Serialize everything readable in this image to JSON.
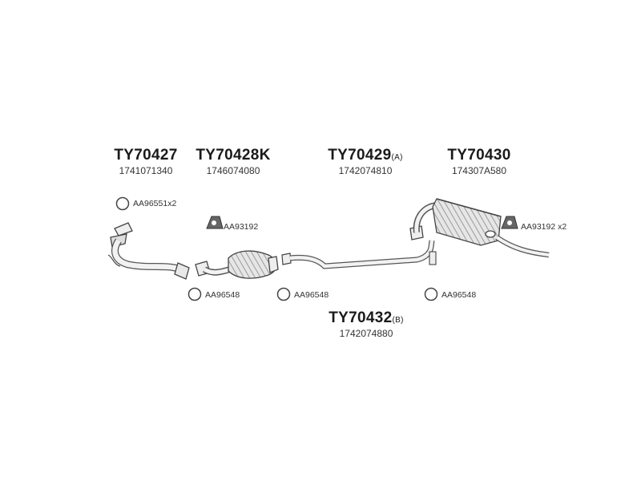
{
  "parts": {
    "p1": {
      "code": "TY70427",
      "suffix": "",
      "oem": "1741071340"
    },
    "p2": {
      "code": "TY70428K",
      "suffix": "",
      "oem": "1746074080"
    },
    "p3": {
      "code": "TY70429",
      "suffix": "(A)",
      "oem": "1742074810"
    },
    "p4": {
      "code": "TY70430",
      "suffix": "",
      "oem": "174307A580"
    },
    "p5": {
      "code": "TY70432",
      "suffix": "(B)",
      "oem": "1742074880"
    }
  },
  "accessories": {
    "gasket_x2": "AA96551x2",
    "mount_1": "AA93192",
    "mount_x2": "AA93192 x2",
    "ring_1": "AA96548",
    "ring_2": "AA96548",
    "ring_3": "AA96548"
  }
}
